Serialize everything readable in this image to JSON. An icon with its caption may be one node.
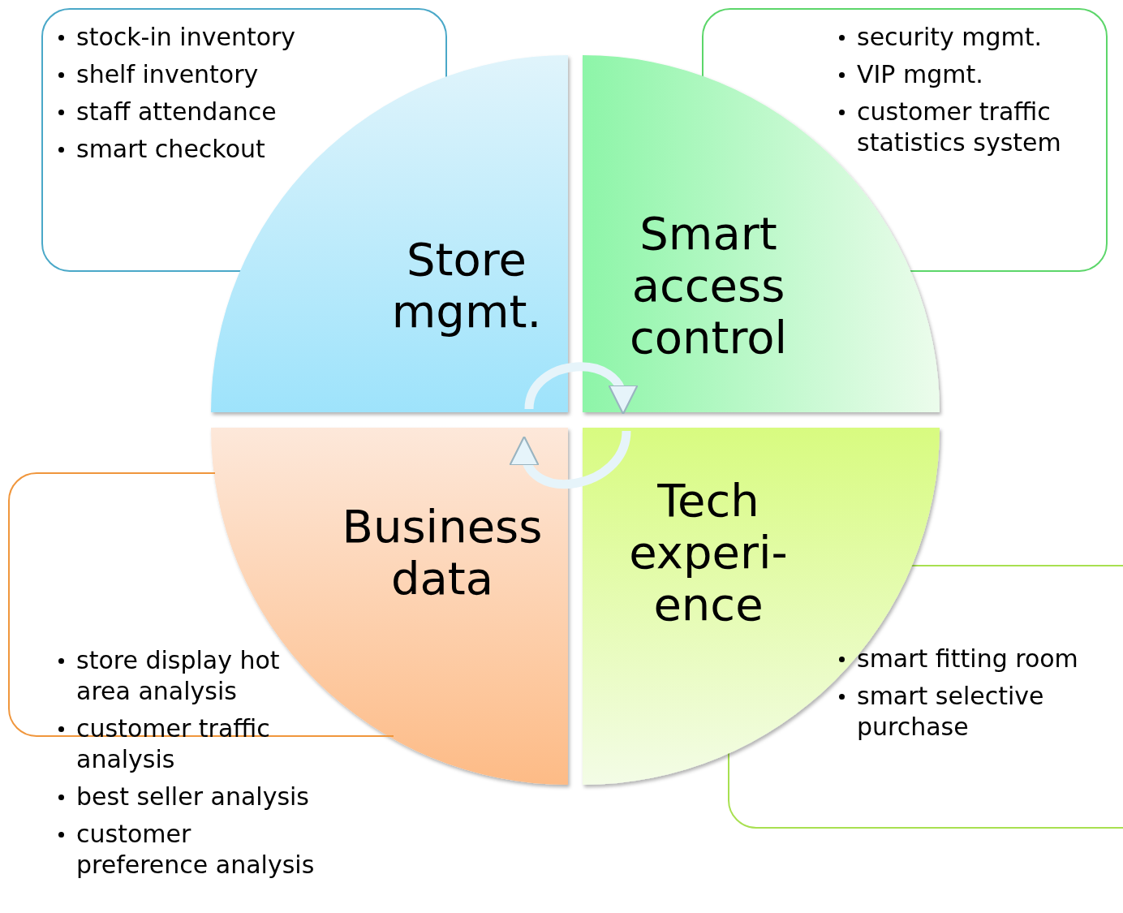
{
  "diagram": {
    "nodes": [
      {
        "text": [
          "stock-in inventory",
          "shelf inventory",
          "staff attendance",
          "smart checkout"
        ]
      },
      {
        "text": [
          "security mgmt.",
          "VIP mgmt.",
          "customer traffic statistics system"
        ]
      },
      {
        "text": [
          "Store mgmt."
        ]
      },
      {
        "text": [
          "Smart access control"
        ]
      },
      {
        "text": [
          "Business data"
        ]
      },
      {
        "text": [
          "Tech experi- ence"
        ]
      },
      {
        "text": [
          "store display hot area analysis",
          "customer traffic analysis",
          "best seller analysis",
          "customer preference analysis"
        ]
      },
      {
        "text": [
          "smart fitting room",
          "smart selective purchase"
        ]
      }
    ],
    "edges": [
      {
        "from": 2,
        "to": 3,
        "arrow": "to"
      },
      {
        "from": 5,
        "to": 4,
        "arrow": "to"
      }
    ]
  }
}
